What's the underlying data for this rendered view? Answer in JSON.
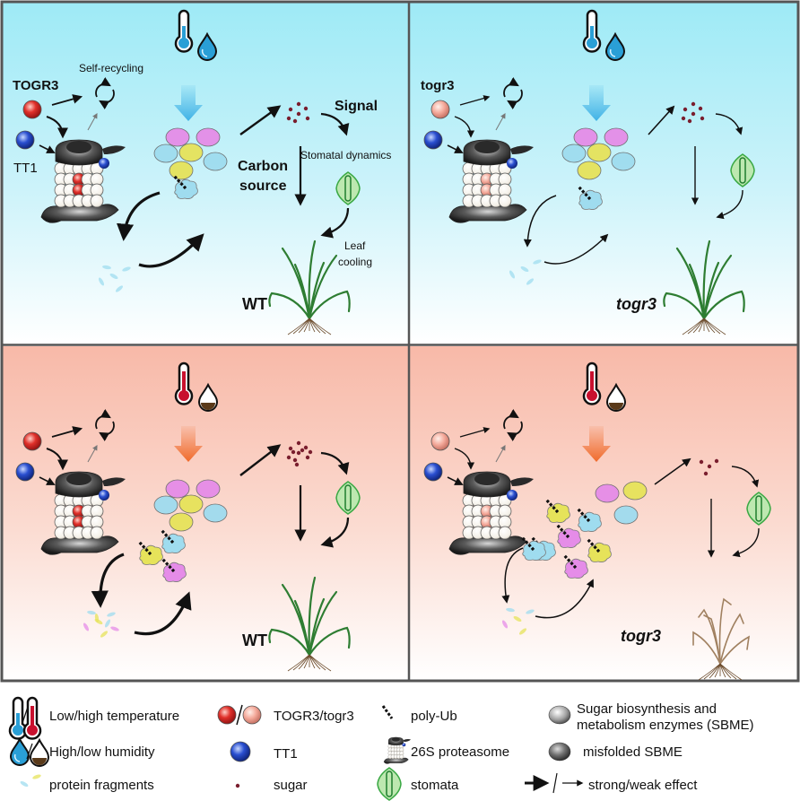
{
  "title": "TOGR3-TT1 thermotolerance model",
  "panels": [
    {
      "id": "top-left",
      "condition": "low temperature / high humidity",
      "genotype_label": "WT",
      "protein_label": "TOGR3",
      "tt1_label": "TT1",
      "self_recycling_label": "Self-recycling",
      "signal_label": "Signal",
      "carbon_label_1": "Carbon",
      "carbon_label_2": "source",
      "stomatal_label": "Stomatal dynamics",
      "leaf_label_1": "Leaf",
      "leaf_label_2": "cooling",
      "theme": "cool",
      "togr3_color": "#e0302a",
      "arrow_strength": "strong",
      "misfolded_count": 1,
      "sugar_dots": 7,
      "plant_state": "healthy"
    },
    {
      "id": "top-right",
      "condition": "low temperature / high humidity",
      "genotype_label": "togr3",
      "protein_label": "togr3",
      "theme": "cool",
      "togr3_color": "#f4a99a",
      "arrow_strength": "weak",
      "misfolded_count": 1,
      "sugar_dots": 7,
      "plant_state": "healthy"
    },
    {
      "id": "bottom-left",
      "condition": "high temperature / low humidity",
      "genotype_label": "WT",
      "theme": "warm",
      "togr3_color": "#e0302a",
      "arrow_strength": "strong",
      "misfolded_count": 3,
      "sugar_dots": 11,
      "plant_state": "healthy"
    },
    {
      "id": "bottom-right",
      "condition": "high temperature / low humidity",
      "genotype_label": "togr3",
      "theme": "warm",
      "togr3_color": "#f4a99a",
      "arrow_strength": "weak",
      "misfolded_count": 7,
      "sugar_dots": 4,
      "plant_state": "wilted"
    }
  ],
  "legend": {
    "temperature": "Low/high temperature",
    "humidity": "High/low humidity",
    "fragments": "protein fragments",
    "togr3": "TOGR3/togr3",
    "tt1": "TT1",
    "sugar": "sugar",
    "polyub": "poly-Ub",
    "proteasome": "26S proteasome",
    "stomata": "stomata",
    "sbme_1": "Sugar biosynthesis and",
    "sbme_2": "metabolism enzymes (SBME)",
    "misfolded": "misfolded SBME",
    "effect": "strong/weak effect"
  },
  "colors": {
    "cool_top": "#9eeaf6",
    "warm_top": "#f8b9a8",
    "togr3_wt": "#e0302a",
    "togr3_mut": "#f4a99a",
    "tt1": "#2a4fd0",
    "sugar": "#7a1e2e",
    "stomata": "#3aa844",
    "magenta_sbme": "#e58ce8",
    "cyan_sbme": "#9fdcef",
    "yellow_sbme": "#e6e35a",
    "plant_green": "#2e7d32",
    "plant_dry": "#a08060",
    "blue_arrow": "#3fb2e6",
    "orange_arrow": "#f06a2a"
  }
}
